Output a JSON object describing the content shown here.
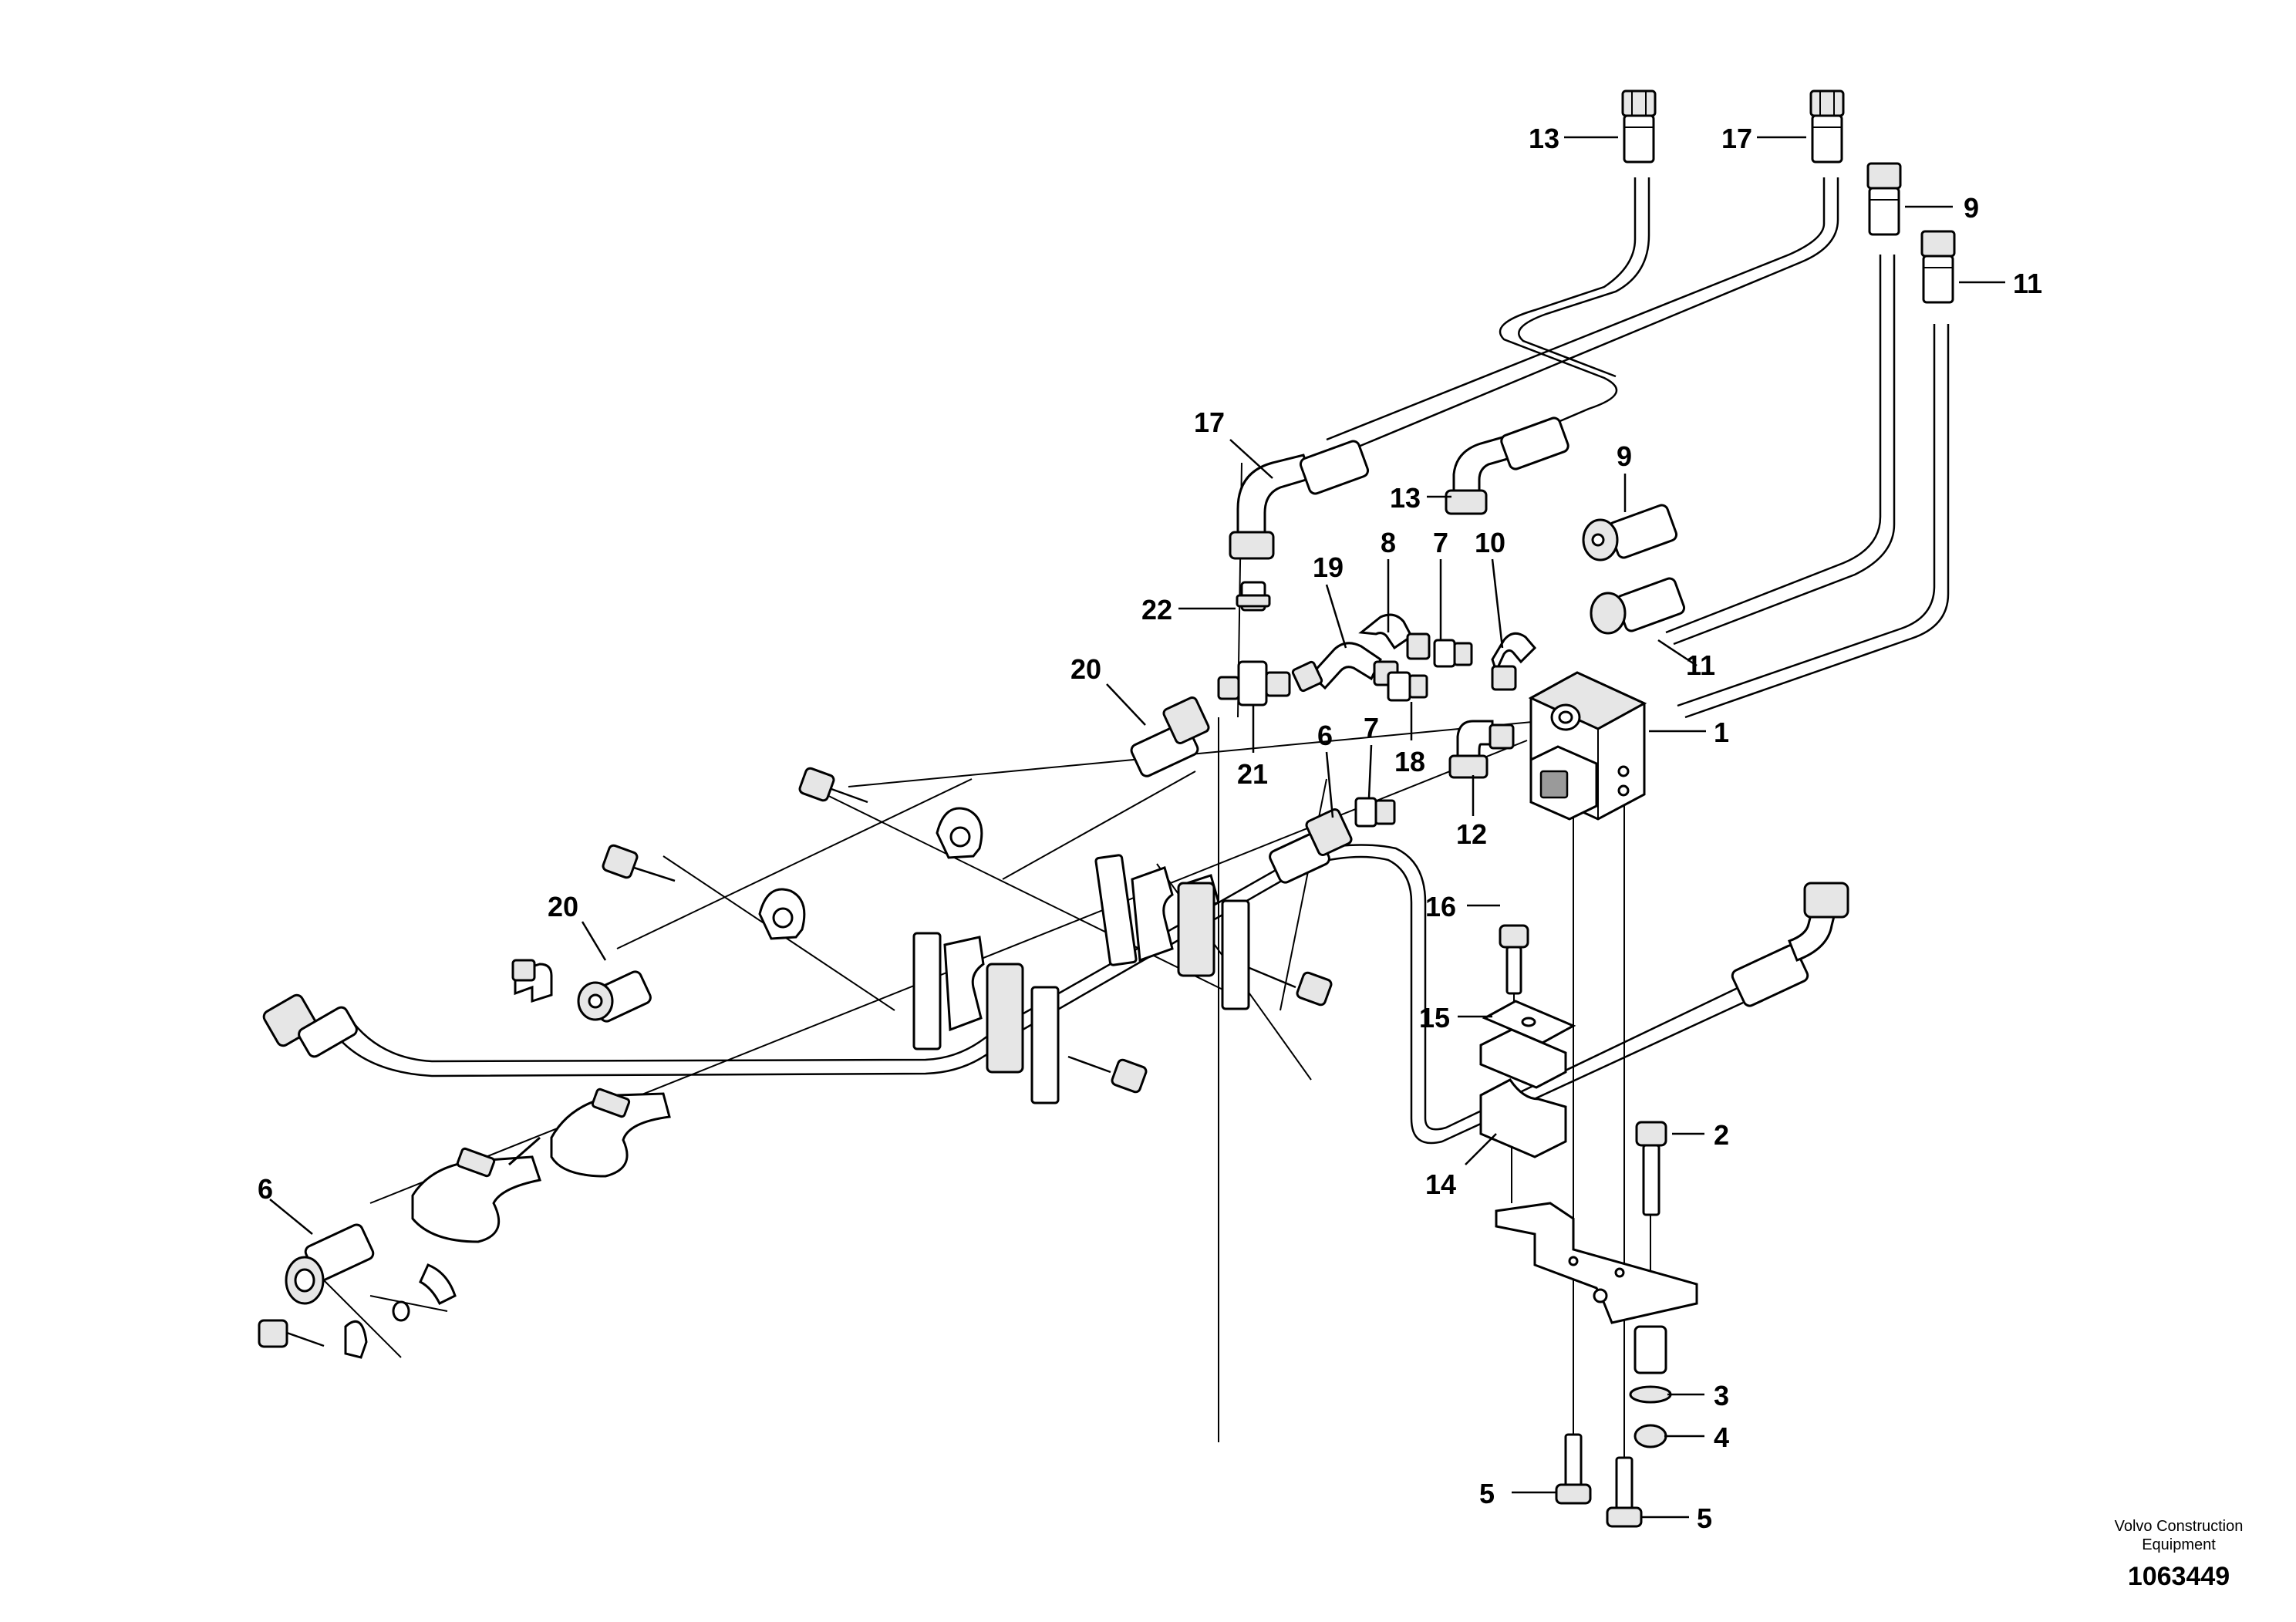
{
  "diagram": {
    "brand_line1": "Volvo Construction",
    "brand_line2": "Equipment",
    "drawing_number": "1063449"
  },
  "callouts": [
    {
      "id": "13-top",
      "text": "13"
    },
    {
      "id": "17-top",
      "text": "17"
    },
    {
      "id": "9-top",
      "text": "9"
    },
    {
      "id": "11-top",
      "text": "11"
    },
    {
      "id": "17-mid",
      "text": "17"
    },
    {
      "id": "13-mid",
      "text": "13"
    },
    {
      "id": "9-mid",
      "text": "9"
    },
    {
      "id": "8",
      "text": "8"
    },
    {
      "id": "7-a",
      "text": "7"
    },
    {
      "id": "10",
      "text": "10"
    },
    {
      "id": "19",
      "text": "19"
    },
    {
      "id": "22",
      "text": "22"
    },
    {
      "id": "11-mid",
      "text": "11"
    },
    {
      "id": "20-a",
      "text": "20"
    },
    {
      "id": "1",
      "text": "1"
    },
    {
      "id": "21",
      "text": "21"
    },
    {
      "id": "18",
      "text": "18"
    },
    {
      "id": "6-a",
      "text": "6"
    },
    {
      "id": "7-b",
      "text": "7"
    },
    {
      "id": "12",
      "text": "12"
    },
    {
      "id": "16",
      "text": "16"
    },
    {
      "id": "20-b",
      "text": "20"
    },
    {
      "id": "15",
      "text": "15"
    },
    {
      "id": "2",
      "text": "2"
    },
    {
      "id": "14",
      "text": "14"
    },
    {
      "id": "6-b",
      "text": "6"
    },
    {
      "id": "3",
      "text": "3"
    },
    {
      "id": "4",
      "text": "4"
    },
    {
      "id": "5-a",
      "text": "5"
    },
    {
      "id": "5-b",
      "text": "5"
    }
  ]
}
